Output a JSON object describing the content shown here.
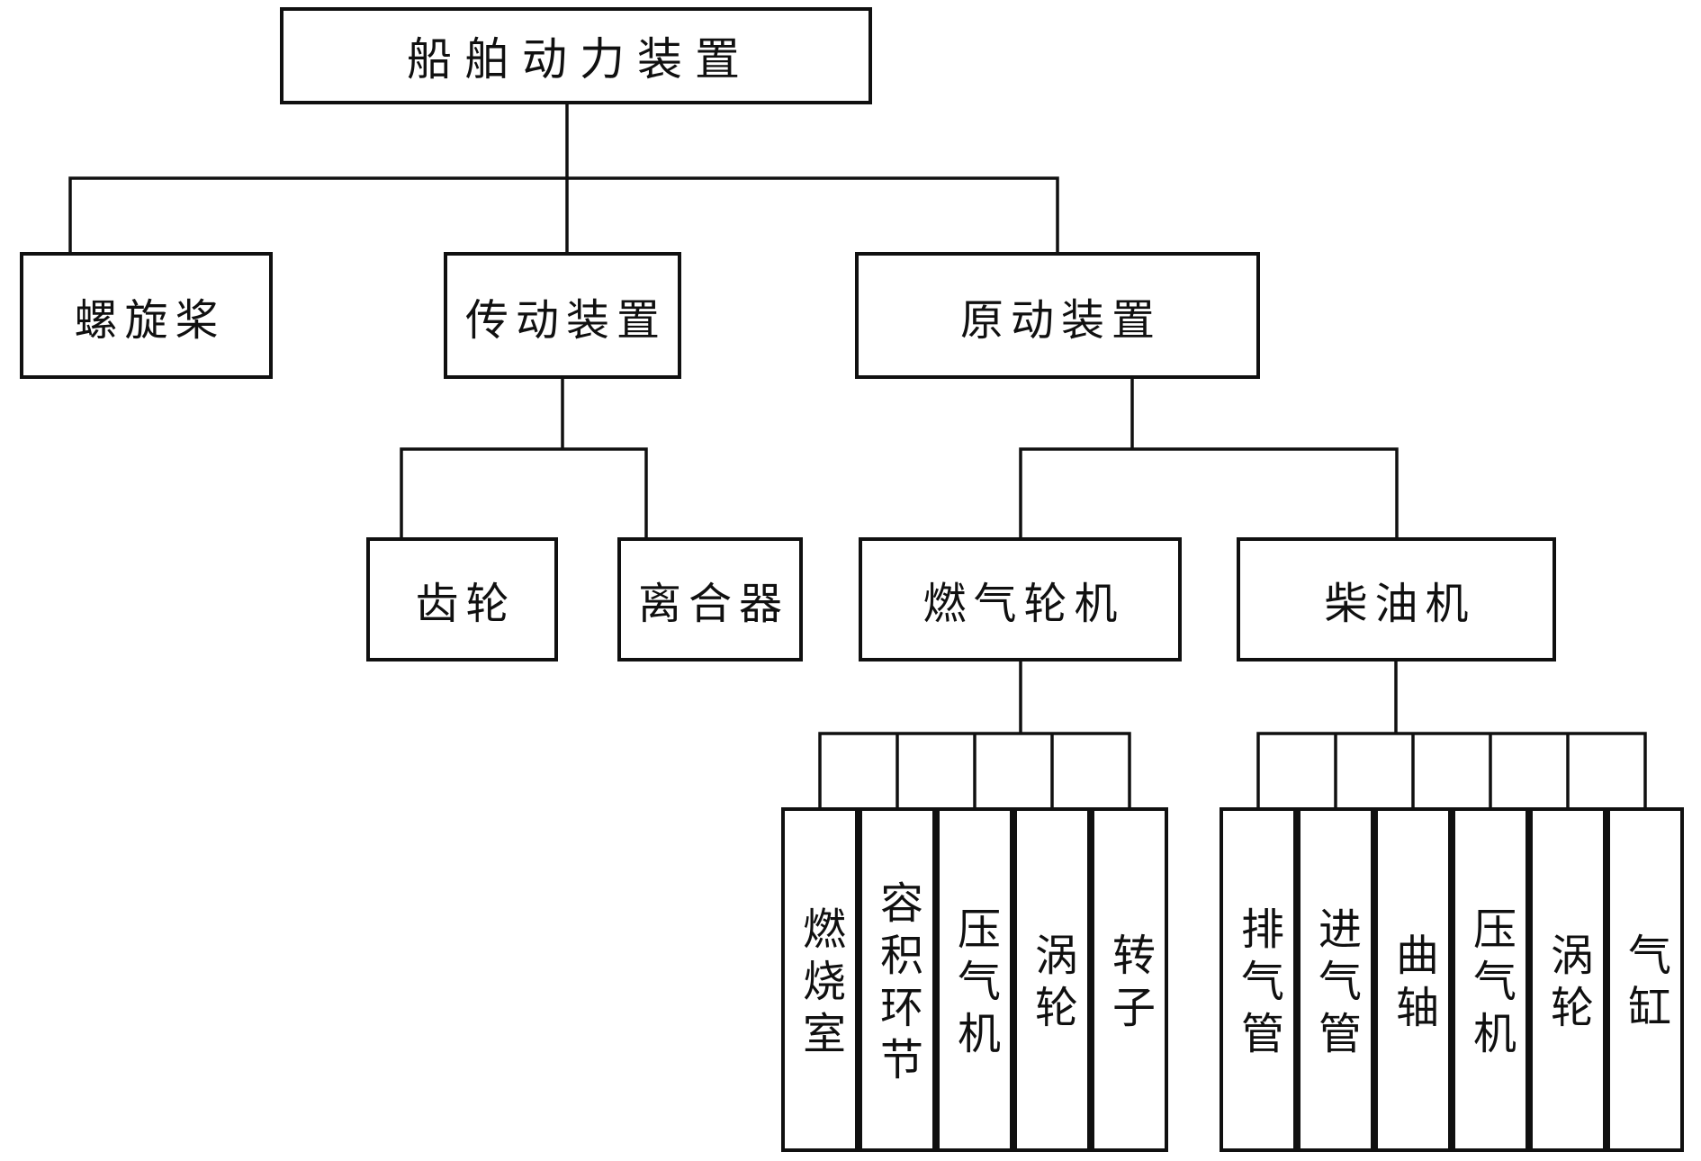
{
  "diagram": {
    "nodes": {
      "root": "船舶动力装置",
      "propeller": "螺旋桨",
      "transmission": "传动装置",
      "prime_mover": "原动装置",
      "gear": "齿轮",
      "clutch": "离合器",
      "gas_turbine": "燃气轮机",
      "diesel_engine": "柴油机",
      "gas_turbine_parts": [
        "燃烧室",
        "容积环节",
        "压气机",
        "涡轮",
        "转子"
      ],
      "diesel_parts": [
        "排气管",
        "进气管",
        "曲轴",
        "压气机",
        "涡轮",
        "气缸"
      ]
    },
    "colors": {
      "line": "#101010",
      "text": "#101010",
      "background": "#ffffff"
    }
  }
}
